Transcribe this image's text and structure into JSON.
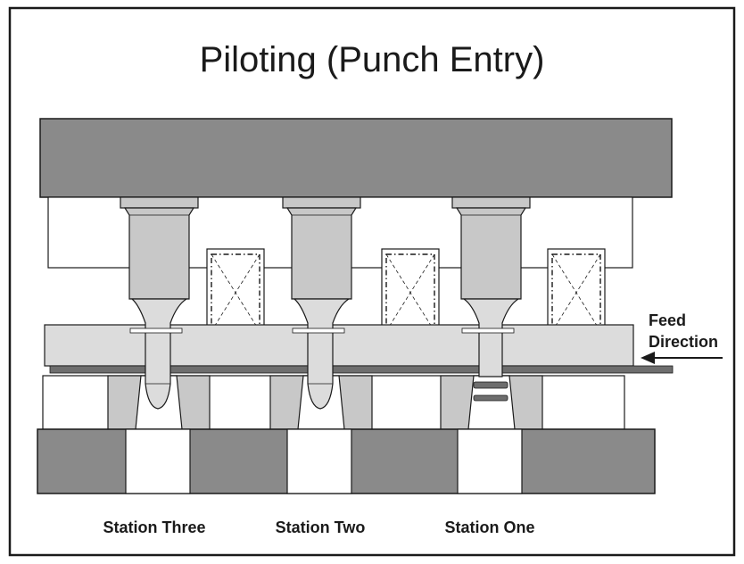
{
  "diagram": {
    "title": "Piloting (Punch Entry)",
    "feed_label_line1": "Feed",
    "feed_label_line2": "Direction",
    "stations": [
      {
        "label": "Station Three"
      },
      {
        "label": "Station Two"
      },
      {
        "label": "Station One"
      }
    ]
  },
  "colors": {
    "die_dark": "#8a8a8a",
    "die_mid": "#c8c8c8",
    "die_light": "#dcdcdc",
    "strip": "#6e6e6e",
    "outline": "#1a1a1a",
    "background": "#ffffff"
  }
}
